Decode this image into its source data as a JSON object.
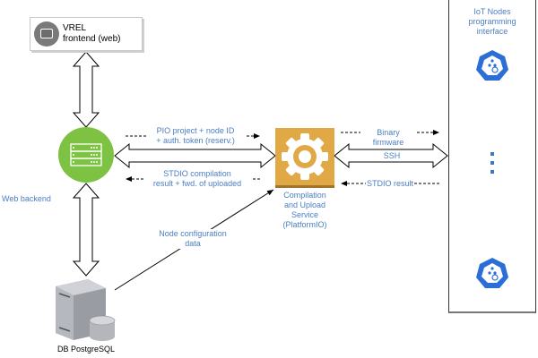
{
  "frontend": {
    "line1": "VREL",
    "line2": "frontend (web)",
    "icon": "monitor-icon"
  },
  "backend": {
    "label": "Web backend",
    "icon": "server-icon",
    "color": "#7DC242"
  },
  "database": {
    "label": "DB PostgreSQL",
    "icon": "database-server-icon"
  },
  "compiler": {
    "label_lines": [
      "Compilation",
      "and Upload",
      "Service",
      "(PlatformIO)"
    ],
    "icon": "gear-icon",
    "color": "#E0A945"
  },
  "iot": {
    "title_lines": [
      "IoT Nodes",
      "programming",
      "interface"
    ],
    "node_icon": "kubernetes-node-icon",
    "node_color": "#2B6FD6",
    "ellipsis": "⋮"
  },
  "edges": {
    "backend_to_compiler": [
      "PIO project + node ID",
      "+ auth. token (reserv.)"
    ],
    "compiler_to_backend": [
      "STDIO compilation",
      "result + fwd. of uploaded"
    ],
    "db_to_compiler": [
      "Node configuration",
      "data"
    ],
    "compiler_to_iot": "Binary firmware",
    "ssh": "SSH",
    "iot_to_compiler": "STDIO result"
  },
  "colors": {
    "label_blue": "#4A7EC4"
  }
}
